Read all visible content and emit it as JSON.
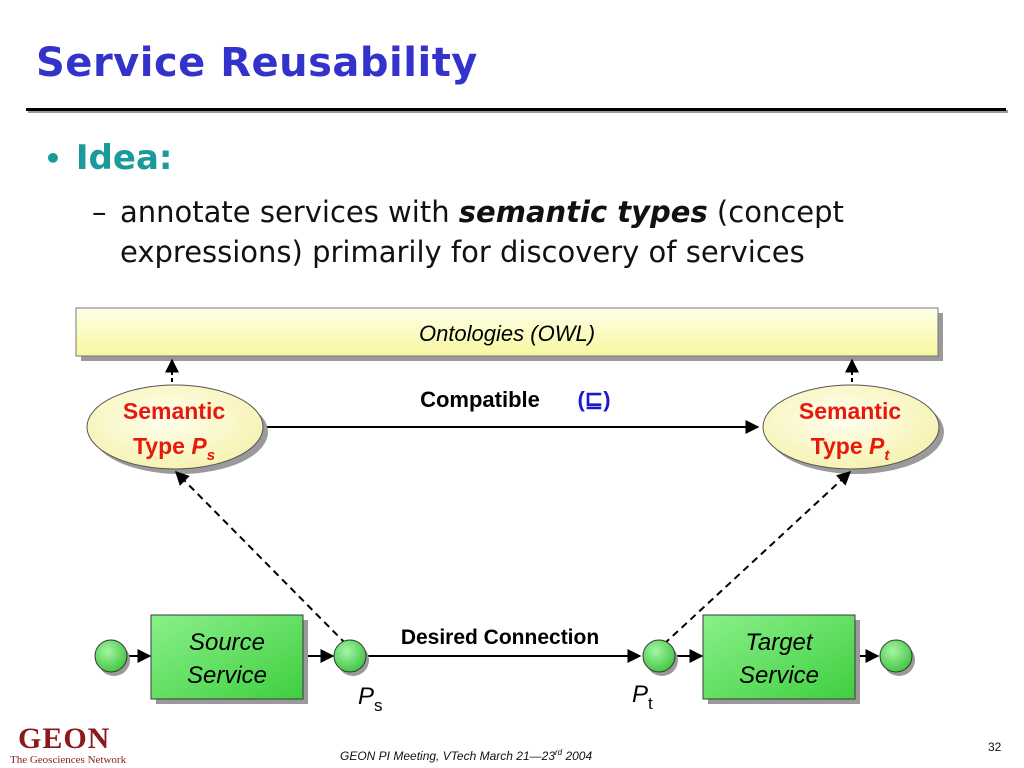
{
  "slide": {
    "title": "Service Reusability",
    "bullet": "Idea:",
    "sub_bullet": {
      "dash": "–",
      "prefix": "annotate services with ",
      "emphasis": "semantic types",
      "suffix": " (concept expressions) primarily for discovery of services"
    },
    "page_number": "32"
  },
  "footer": {
    "text_before": "GEON PI Meeting, VTech March 21—23",
    "superscript": "rd",
    "text_after": " 2004"
  },
  "logo": {
    "text": "GEON",
    "subtitle": "The Geosciences Network"
  },
  "diagram": {
    "ontology_label": "Ontologies (OWL)",
    "compatible_label": "Compatible",
    "compatible_symbol": "(⊑)",
    "semantic_source": {
      "line1": "Semantic",
      "line2": "Type ",
      "var": "P",
      "sub": "s"
    },
    "semantic_target": {
      "line1": "Semantic",
      "line2": "Type ",
      "var": "P",
      "sub": "t"
    },
    "source_service": {
      "line1": "Source",
      "line2": "Service"
    },
    "target_service": {
      "line1": "Target",
      "line2": "Service"
    },
    "desired_connection_label": "Desired Connection",
    "port_source": {
      "var": "P",
      "sub": "s"
    },
    "port_target": {
      "var": "P",
      "sub": "t"
    }
  },
  "colors": {
    "title": "#3333cc",
    "bullet": "#1a9a9a",
    "semantic_text": "#e8190a",
    "compatible_symbol": "#1a1acc",
    "service_fill": "#55dd55",
    "ontology_fill": "#ffffc0"
  }
}
